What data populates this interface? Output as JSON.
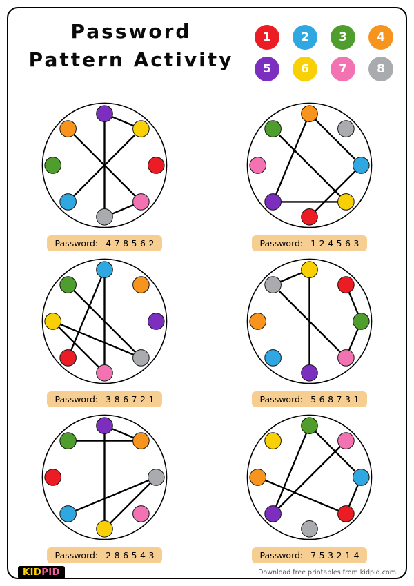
{
  "page": {
    "title_line1": "Password",
    "title_line2": "Pattern Activity",
    "footer_note": "Download free printables from kidpid.com",
    "accent_box_color": "#f6ce92",
    "logo": {
      "part1": "KID",
      "part2": "PID",
      "part1_color": "#ffd400",
      "part2_color": "#f0609c",
      "bg": "#000000"
    }
  },
  "colors": {
    "1": {
      "name": "red",
      "hex": "#ec1c24"
    },
    "2": {
      "name": "blue",
      "hex": "#2fa8e1"
    },
    "3": {
      "name": "green",
      "hex": "#4f9d2d"
    },
    "4": {
      "name": "orange",
      "hex": "#f7941d"
    },
    "5": {
      "name": "purple",
      "hex": "#7c2fbe"
    },
    "6": {
      "name": "yellow",
      "hex": "#f9d006"
    },
    "7": {
      "name": "pink",
      "hex": "#f272b2"
    },
    "8": {
      "name": "gray",
      "hex": "#a9abae"
    }
  },
  "legend_numbers": [
    1,
    2,
    3,
    4,
    5,
    6,
    7,
    8
  ],
  "puzzles": [
    {
      "password_label": "Password:",
      "password": "4-7-8-5-6-2",
      "dots": {
        "N": 5,
        "NE": 6,
        "E": 1,
        "SE": 7,
        "S": 8,
        "SW": 2,
        "W": 3,
        "NW": 4
      },
      "sequence": [
        4,
        7,
        8,
        5,
        6,
        2
      ]
    },
    {
      "password_label": "Password:",
      "password": "1-2-4-5-6-3",
      "dots": {
        "N": 4,
        "NE": 8,
        "E": 2,
        "SE": 6,
        "S": 1,
        "SW": 5,
        "W": 7,
        "NW": 3
      },
      "sequence": [
        1,
        2,
        4,
        5,
        6,
        3
      ]
    },
    {
      "password_label": "Password:",
      "password": "3-8-6-7-2-1",
      "dots": {
        "N": 2,
        "NE": 4,
        "E": 5,
        "SE": 8,
        "S": 7,
        "SW": 1,
        "W": 6,
        "NW": 3
      },
      "sequence": [
        3,
        8,
        6,
        7,
        2,
        1
      ]
    },
    {
      "password_label": "Password:",
      "password": "5-6-8-7-3-1",
      "dots": {
        "N": 6,
        "NE": 1,
        "E": 3,
        "SE": 7,
        "S": 5,
        "SW": 2,
        "W": 4,
        "NW": 8
      },
      "sequence": [
        5,
        6,
        8,
        7,
        3,
        1
      ]
    },
    {
      "password_label": "Password:",
      "password": "2-8-6-5-4-3",
      "dots": {
        "N": 5,
        "NE": 4,
        "E": 8,
        "SE": 7,
        "S": 6,
        "SW": 2,
        "W": 1,
        "NW": 3
      },
      "sequence": [
        2,
        8,
        6,
        5,
        4,
        3
      ]
    },
    {
      "password_label": "Password:",
      "password": "7-5-3-2-1-4",
      "dots": {
        "N": 3,
        "NE": 7,
        "E": 2,
        "SE": 1,
        "S": 8,
        "SW": 5,
        "W": 4,
        "NW": 6
      },
      "sequence": [
        7,
        5,
        3,
        2,
        1,
        4
      ]
    }
  ]
}
